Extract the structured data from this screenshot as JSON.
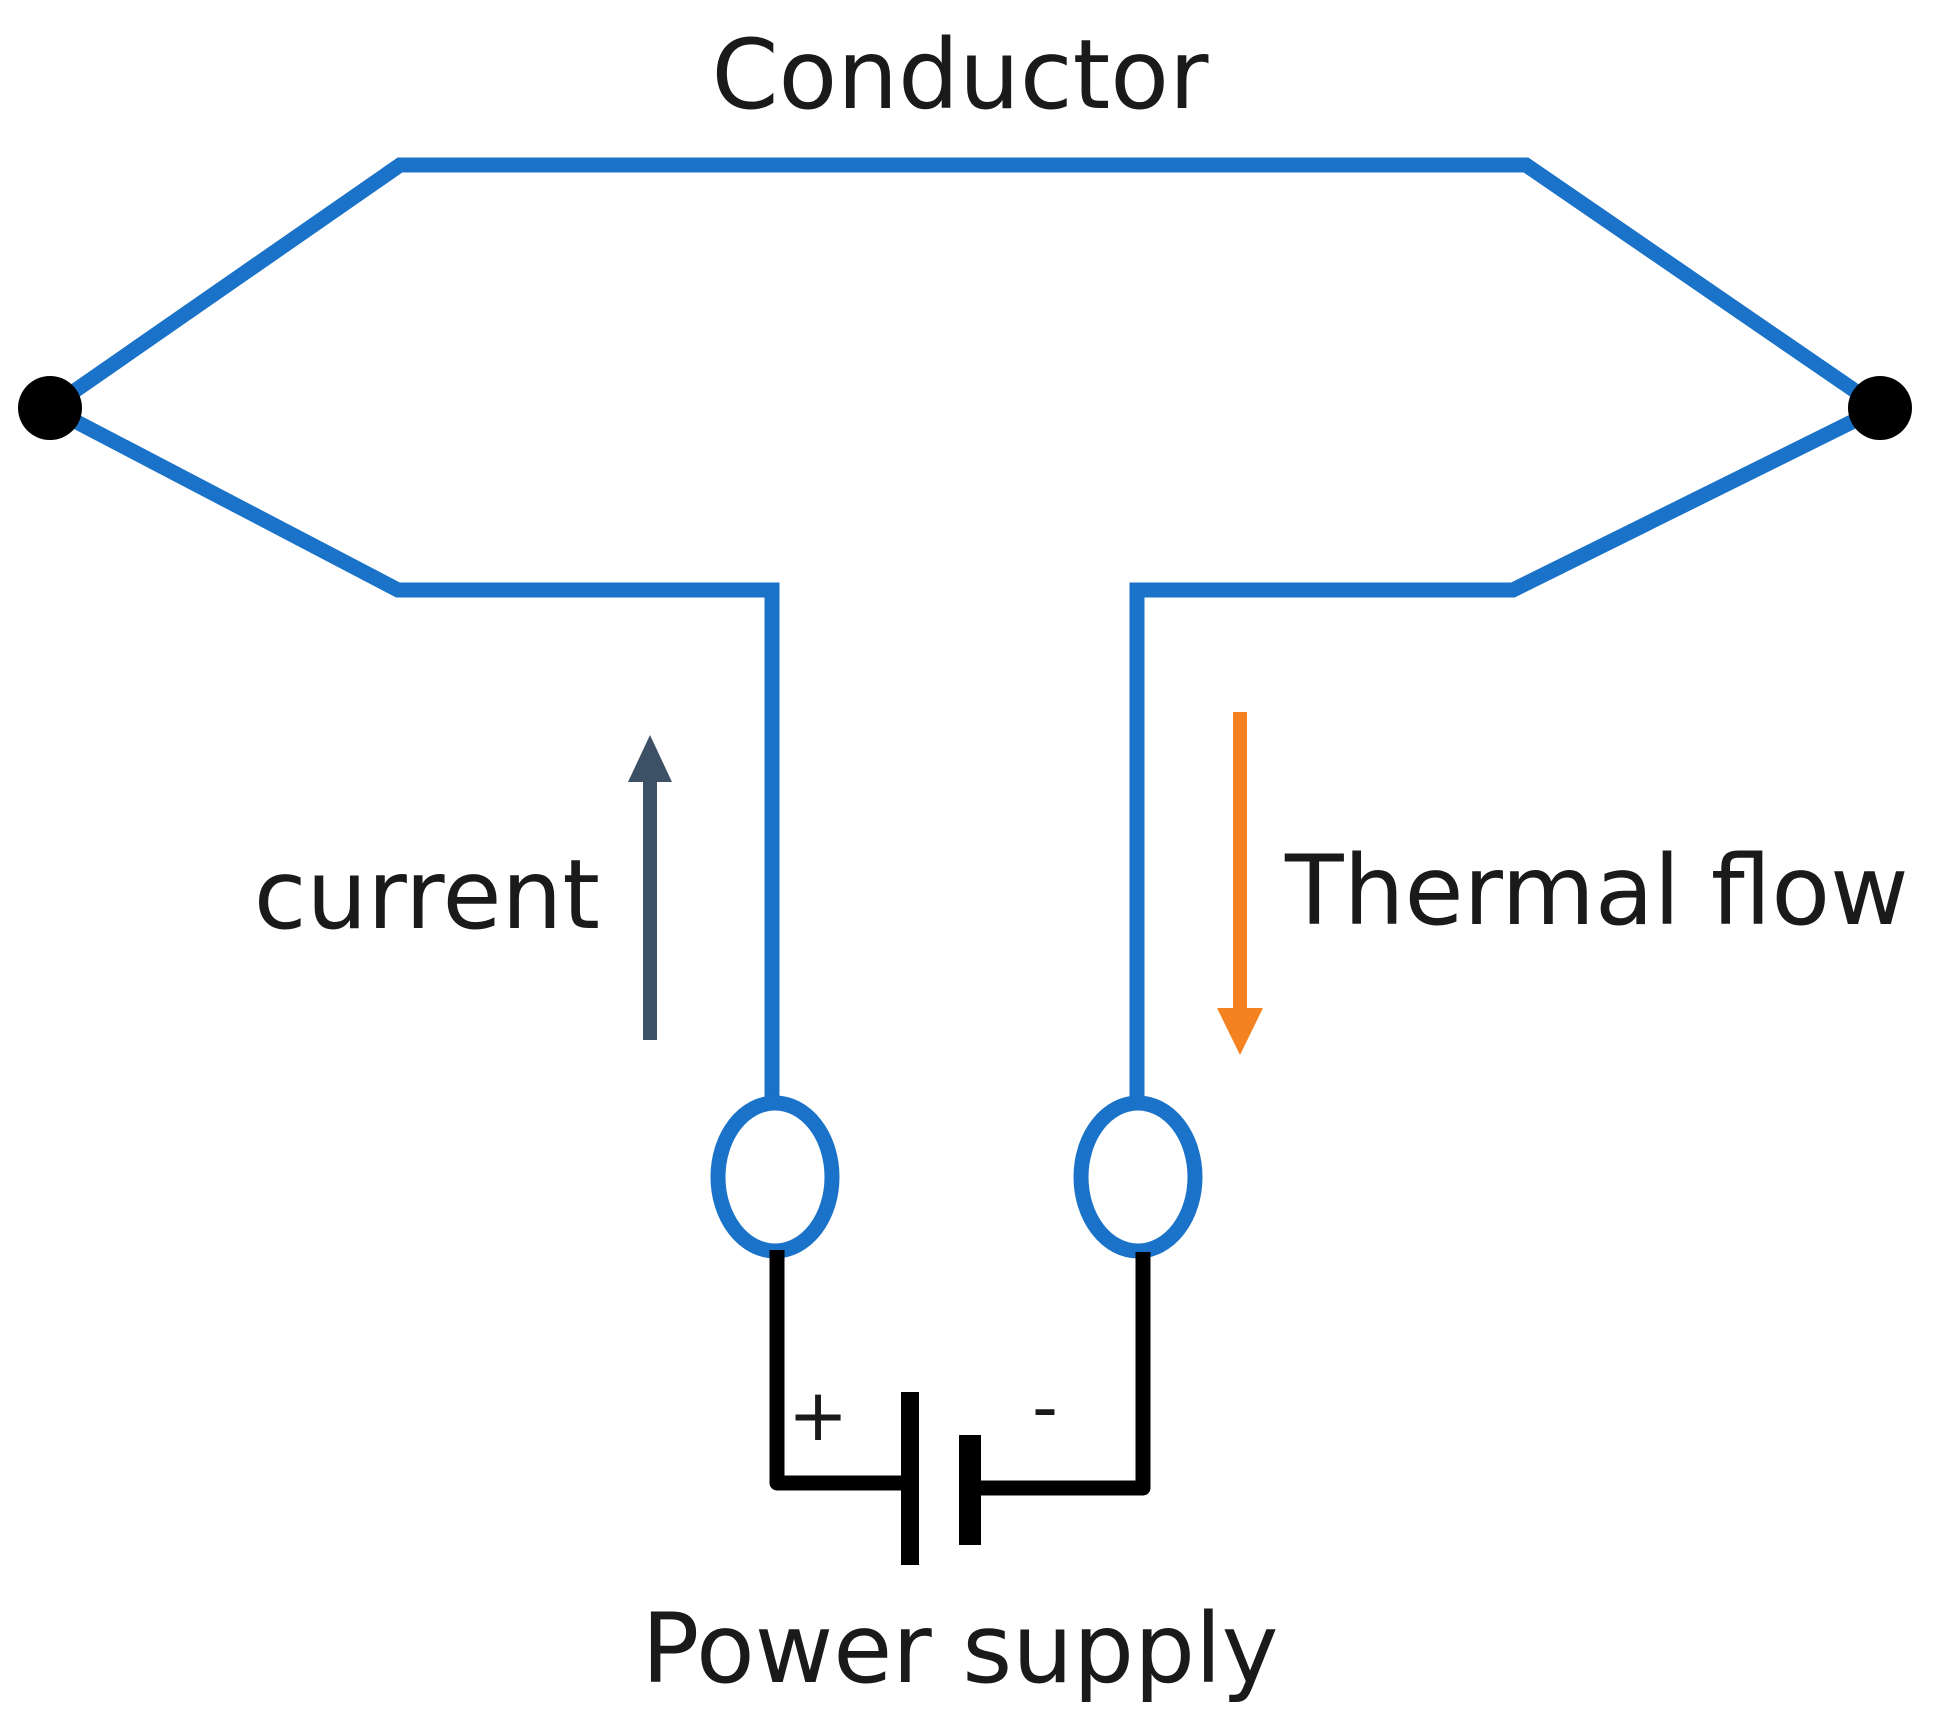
{
  "labels": {
    "conductor": "Conductor",
    "current": "current",
    "thermal_flow": "Thermal flow",
    "power_supply": "Power supply",
    "plus": "+",
    "minus": "-"
  },
  "colors": {
    "conductor_wire": "#1a73c8",
    "supply_wire": "#000000",
    "current_arrow": "#3d5166",
    "thermal_arrow": "#f58220",
    "junction": "#000000",
    "text": "#1a1a1a"
  }
}
